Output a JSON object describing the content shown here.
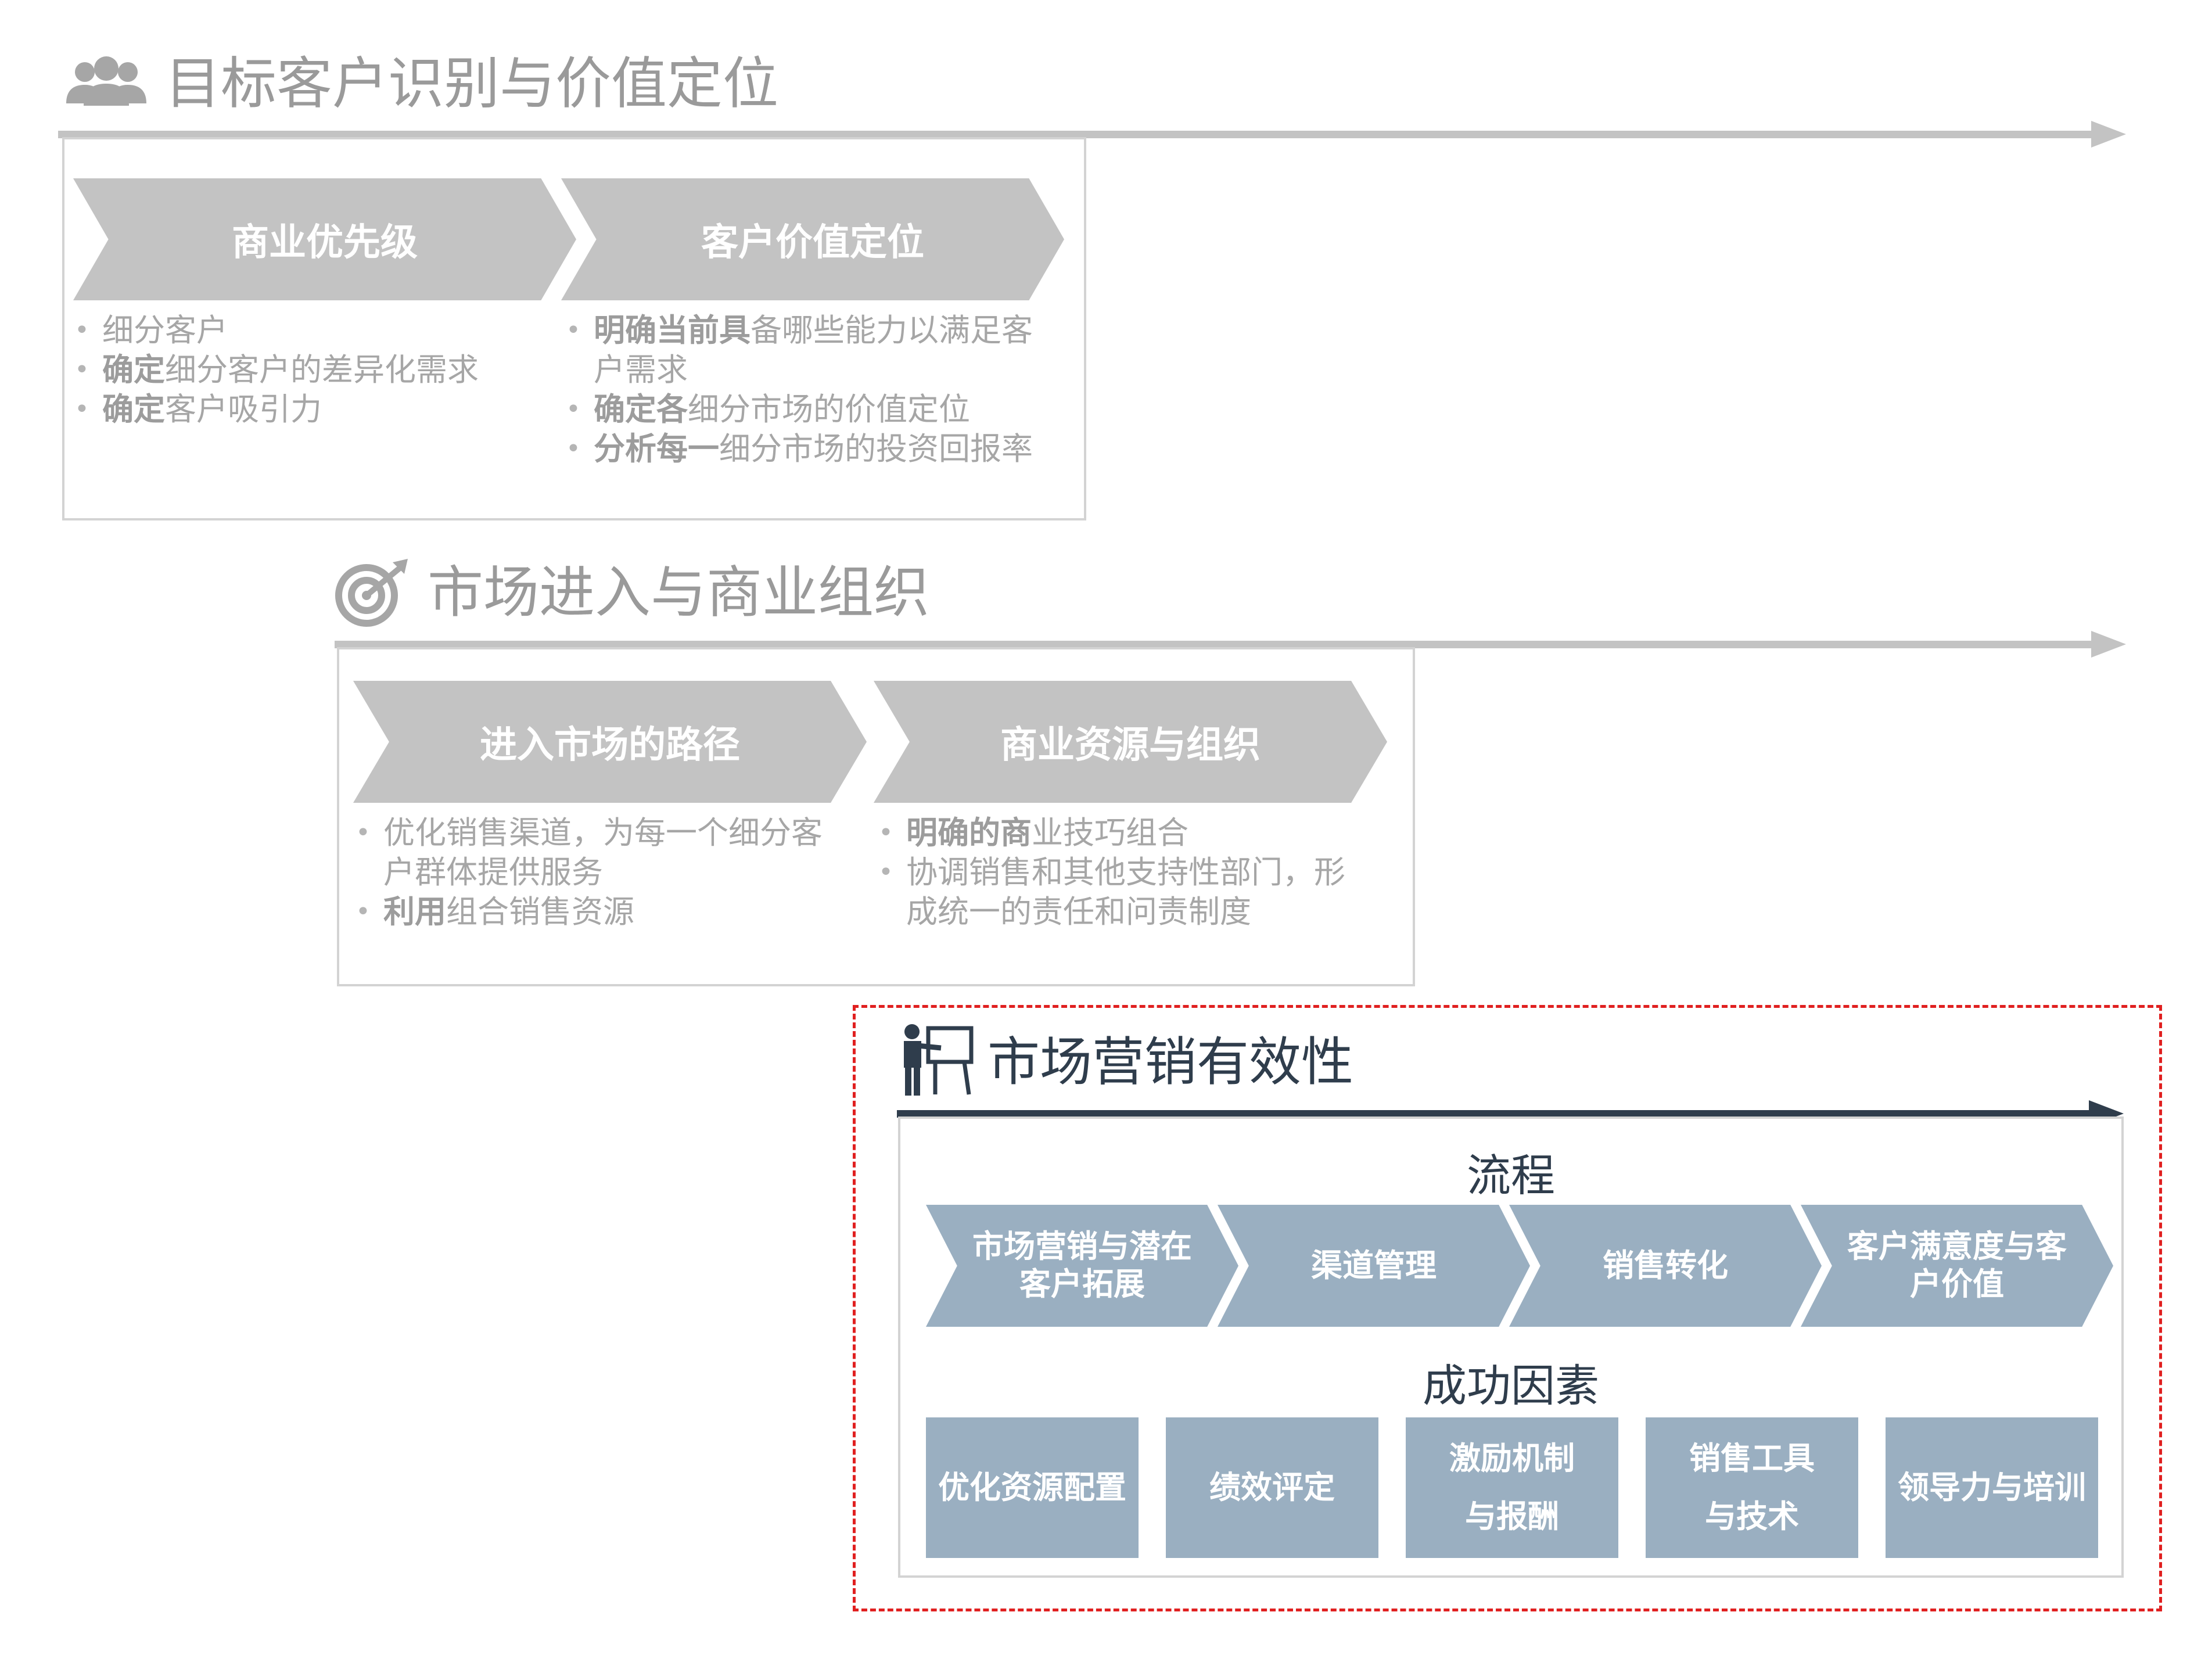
{
  "section1": {
    "title": "目标客户识别与价值定位",
    "icon": "people-icon",
    "chevrons": [
      "商业优先级",
      "客户价值定位"
    ],
    "col1": [
      {
        "bold": "",
        "text": "细分客户"
      },
      {
        "bold": "确定",
        "text": "细分客户的差异化需求"
      },
      {
        "bold": "确定",
        "text": "客户吸引力"
      }
    ],
    "col2": [
      {
        "bold": "明确当前具",
        "text": "备哪些能力以满足客户需求"
      },
      {
        "bold": "确定各",
        "text": "细分市场的价值定位"
      },
      {
        "bold": "分析每一",
        "text": "细分市场的投资回报率"
      }
    ]
  },
  "section2": {
    "title": "市场进入与商业组织",
    "icon": "target-icon",
    "chevrons": [
      "进入市场的路径",
      "商业资源与组织"
    ],
    "col1": [
      {
        "bold": "",
        "text": "优化销售渠道，为每一个细分客户群体提供服务"
      },
      {
        "bold": "利用",
        "text": "组合销售资源"
      }
    ],
    "col2": [
      {
        "bold": "明确的商",
        "text": "业技巧组合"
      },
      {
        "bold": "",
        "text": "协调销售和其他支持性部门，形成统一的责任和问责制度"
      }
    ]
  },
  "section3": {
    "title": "市场营销有效性",
    "icon": "presenter-icon",
    "process_title": "流程",
    "process": [
      [
        "市场营销与潜在",
        "客户拓展"
      ],
      [
        "渠道管理"
      ],
      [
        "销售转化"
      ],
      [
        "客户满意度与客",
        "户价值"
      ]
    ],
    "factors_title": "成功因素",
    "factors": [
      [
        "优化资源配置"
      ],
      [
        "绩效评定"
      ],
      [
        "激励机制",
        "与报酬"
      ],
      [
        "销售工具",
        "与技术"
      ],
      [
        "领导力与培训"
      ]
    ]
  },
  "colors": {
    "grey_arrow": "#c3c3c3",
    "dark_arrow": "#2f3d4c",
    "blue_chevron": "#9aafc1",
    "highlight_dash": "#e02020"
  }
}
